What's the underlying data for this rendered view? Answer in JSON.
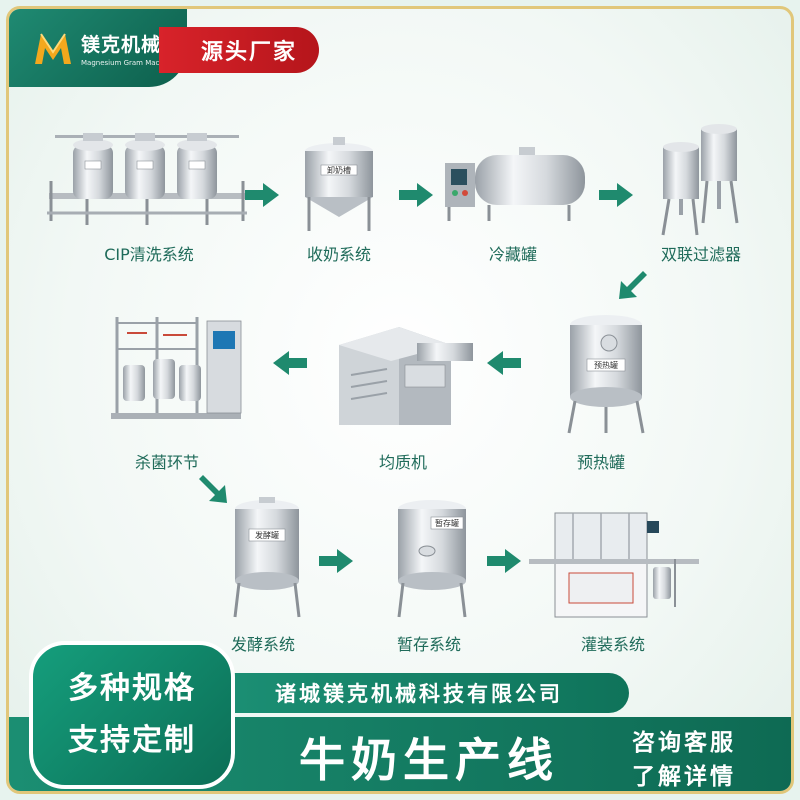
{
  "header": {
    "brand_name": "镁克机械",
    "brand_sub": "Magnesium Gram Machinery",
    "badge": "源头厂家"
  },
  "steps": [
    {
      "label": "CIP清洗系统"
    },
    {
      "label": "收奶系统"
    },
    {
      "label": "冷藏罐"
    },
    {
      "label": "双联过滤器"
    },
    {
      "label": "预热罐"
    },
    {
      "label": "均质机"
    },
    {
      "label": "杀菌环节"
    },
    {
      "label": "发酵系统"
    },
    {
      "label": "暂存系统"
    },
    {
      "label": "灌装系统"
    }
  ],
  "tank_plates": {
    "receive": "卸奶槽",
    "preheat": "预热罐",
    "ferment": "发酵罐",
    "storage": "暂存罐"
  },
  "footer": {
    "spec_line1": "多种规格",
    "spec_line2": "支持定制",
    "company": "诸城镁克机械科技有限公司",
    "product": "牛奶生产线",
    "consult_line1": "咨询客服",
    "consult_line2": "了解详情"
  },
  "colors": {
    "accent_green": "#127a60",
    "badge_red": "#d8232a",
    "label_green": "#1f6b5a",
    "steel": "#c9ced3"
  }
}
